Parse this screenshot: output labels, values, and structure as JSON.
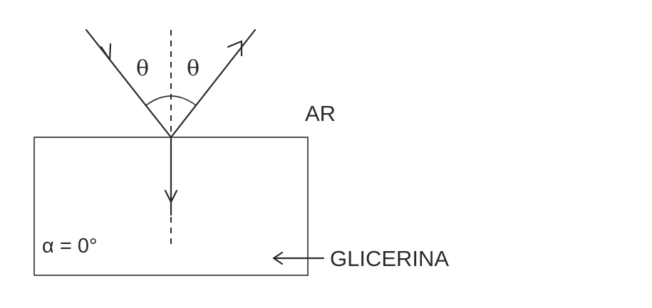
{
  "labels": {
    "theta_left": "θ",
    "theta_right": "θ",
    "air": "AR",
    "glycerin": "GLICERINA",
    "alpha": "α = 0°"
  }
}
